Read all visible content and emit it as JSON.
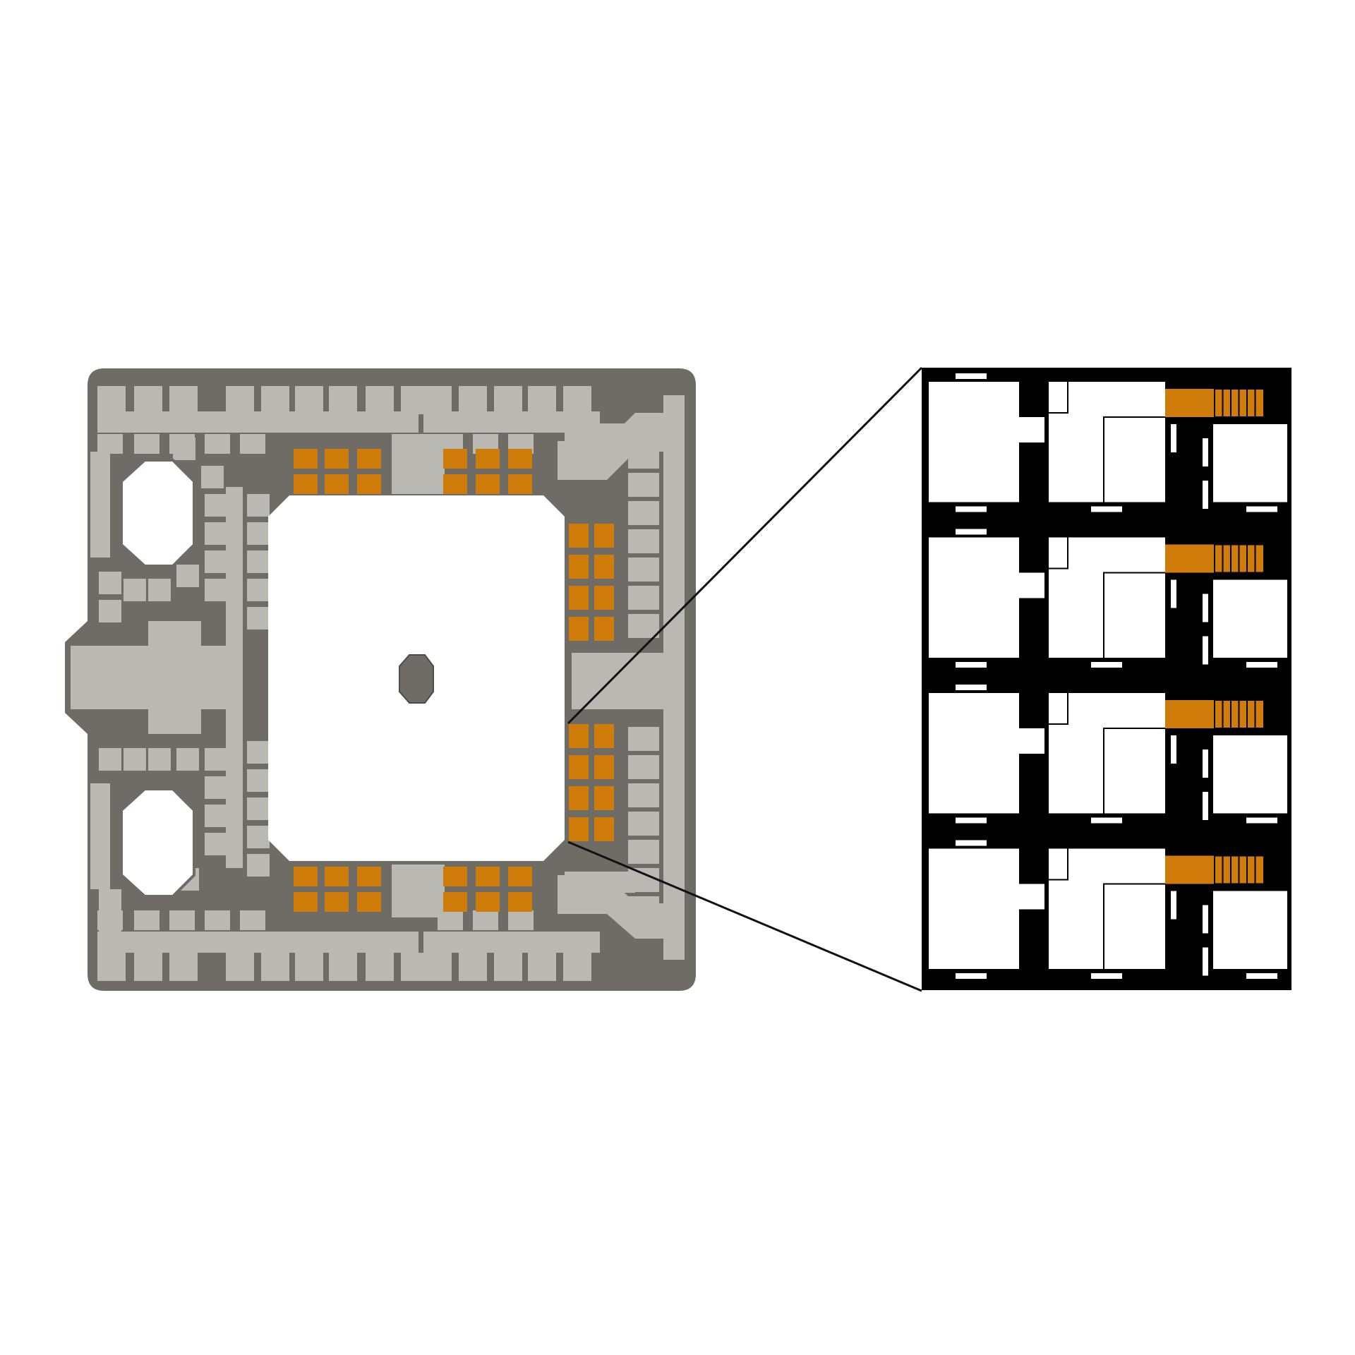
{
  "figure": {
    "panels": [
      {
        "id": "building-plan",
        "kind": "floor-plan"
      },
      {
        "id": "unit-detail",
        "kind": "enlarged-detail",
        "rows": 4,
        "columns": 3
      }
    ],
    "callout": "zoom-lines"
  },
  "colors": {
    "background": "#ffffff",
    "wall": "#6f6c66",
    "room": "#bab8b3",
    "highlight": "#cf7c0b",
    "courtyard": "#ffffff",
    "detail_wall": "#000000",
    "detail_room": "#ffffff",
    "line": "#111111"
  },
  "icons": {
    "courtyard-feature": "octagon-shape",
    "stair": "stair-stripes"
  }
}
